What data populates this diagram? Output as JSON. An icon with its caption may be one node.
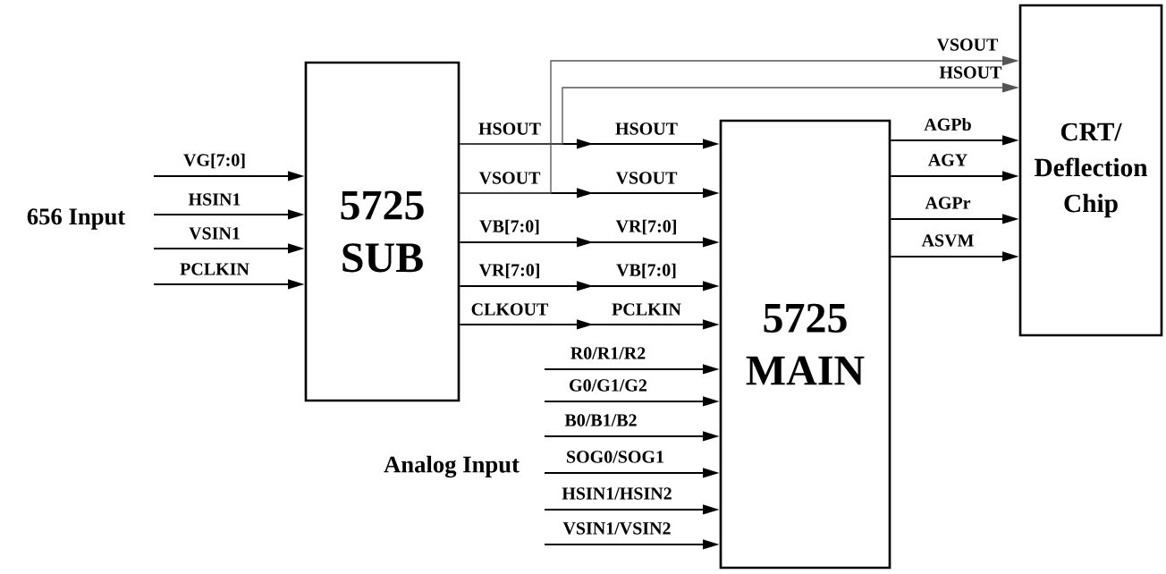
{
  "diagram": {
    "nodes": [
      {
        "text": [
          "5725 SUB"
        ]
      },
      {
        "text": [
          "5725 MAIN"
        ]
      },
      {
        "text": [
          "CRT/ Deflection Chip"
        ]
      }
    ],
    "edges": [
      {
        "from": null,
        "to": 0,
        "arrow": "to",
        "label": "VG[7:0]"
      },
      {
        "from": null,
        "to": 0,
        "arrow": "to",
        "label": "HSIN1"
      },
      {
        "from": null,
        "to": 0,
        "arrow": "to",
        "label": "VSIN1"
      },
      {
        "from": null,
        "to": 0,
        "arrow": "to",
        "label": "PCLKIN"
      },
      {
        "from": 0,
        "to": 1,
        "arrow": "to",
        "label": "HSOUT"
      },
      {
        "from": 0,
        "to": 1,
        "arrow": "to",
        "label": "VSOUT"
      },
      {
        "from": 0,
        "to": 1,
        "arrow": "to",
        "label": "VB[7:0]"
      },
      {
        "from": 0,
        "to": 1,
        "arrow": "to",
        "label": "VR[7:0]"
      },
      {
        "from": 0,
        "to": 1,
        "arrow": "to",
        "label": "CLKOUT"
      },
      {
        "from": 0,
        "to": 2,
        "arrow": "to",
        "label": "VSOUT",
        "color": "#555555"
      },
      {
        "from": 0,
        "to": 2,
        "arrow": "to",
        "label": "HSOUT",
        "color": "#555555"
      },
      {
        "from": null,
        "to": 1,
        "arrow": "to",
        "label": "R0/R1/R2"
      },
      {
        "from": null,
        "to": 1,
        "arrow": "to",
        "label": "G0/G1/G2"
      },
      {
        "from": null,
        "to": 1,
        "arrow": "to",
        "label": "B0/B1/B2"
      },
      {
        "from": null,
        "to": 1,
        "arrow": "to",
        "label": "SOG0/SOG1"
      },
      {
        "from": null,
        "to": 1,
        "arrow": "to",
        "label": "HSIN1/HSIN2"
      },
      {
        "from": null,
        "to": 1,
        "arrow": "to",
        "label": "VSIN1/VSIN2"
      },
      {
        "from": 1,
        "to": 2,
        "arrow": "to",
        "label": "AGPb"
      },
      {
        "from": 1,
        "to": 2,
        "arrow": "to",
        "label": "AGY"
      },
      {
        "from": 1,
        "to": 2,
        "arrow": "to",
        "label": "AGPr"
      },
      {
        "from": 1,
        "to": 2,
        "arrow": "to",
        "label": "ASVM"
      }
    ],
    "labels": [
      "656 Input",
      "HSOUT",
      "VSOUT",
      "VR[7:0]",
      "VB[7:0]",
      "PCLKIN",
      "Analog Input"
    ]
  }
}
